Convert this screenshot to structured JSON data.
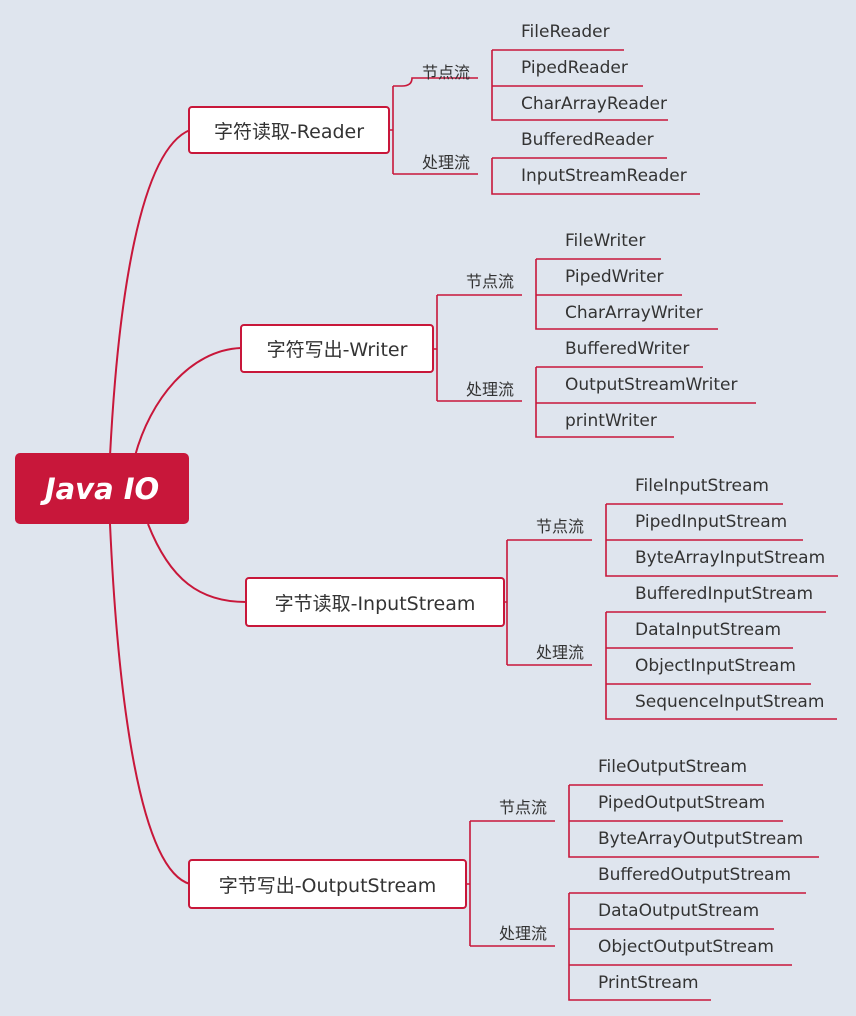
{
  "colors": {
    "accent": "#c8173a",
    "background": "#dfe5ee",
    "text": "#333333"
  },
  "root": {
    "label": "Java IO"
  },
  "branches": [
    {
      "label": "字符读取-Reader",
      "groups": [
        {
          "label": "节点流",
          "items": [
            "FileReader",
            "PipedReader",
            "CharArrayReader"
          ]
        },
        {
          "label": "处理流",
          "items": [
            "BufferedReader",
            "InputStreamReader"
          ]
        }
      ]
    },
    {
      "label": "字符写出-Writer",
      "groups": [
        {
          "label": "节点流",
          "items": [
            "FileWriter",
            "PipedWriter",
            "CharArrayWriter"
          ]
        },
        {
          "label": "处理流",
          "items": [
            "BufferedWriter",
            "OutputStreamWriter",
            "printWriter"
          ]
        }
      ]
    },
    {
      "label": "字节读取-InputStream",
      "groups": [
        {
          "label": "节点流",
          "items": [
            "FileInputStream",
            "PipedInputStream",
            "ByteArrayInputStream"
          ]
        },
        {
          "label": "处理流",
          "items": [
            "BufferedInputStream",
            "DataInputStream",
            "ObjectInputStream",
            "SequenceInputStream"
          ]
        }
      ]
    },
    {
      "label": "字节写出-OutputStream",
      "groups": [
        {
          "label": "节点流",
          "items": [
            "FileOutputStream",
            "PipedOutputStream",
            "ByteArrayOutputStream"
          ]
        },
        {
          "label": "处理流",
          "items": [
            "BufferedOutputStream",
            "DataOutputStream",
            "ObjectOutputStream",
            "PrintStream"
          ]
        }
      ]
    }
  ]
}
